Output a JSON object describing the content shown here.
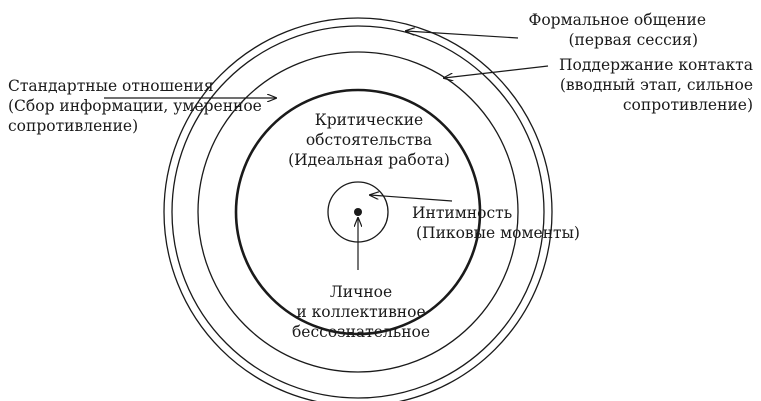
{
  "labels": {
    "formal": {
      "line1": "Формальное общение",
      "line2": "(первая сессия)"
    },
    "contact": {
      "line1": "Поддержание контакта",
      "line2": "(вводный этап, сильное",
      "line3": "сопротивление)"
    },
    "standard": {
      "line1": "Стандартные отношения",
      "line2": "(Сбор информации, умеренное",
      "line3": "сопротивление)"
    },
    "critical": {
      "line1": "Критические",
      "line2": "обстоятельства",
      "line3": "(Идеальная работа)"
    },
    "intimacy": {
      "line1": "Интимность",
      "line2": "(Пиковые моменты)"
    },
    "unconscious": {
      "line1": "Личное",
      "line2": "и коллективное",
      "line3": "бессознательное"
    }
  }
}
